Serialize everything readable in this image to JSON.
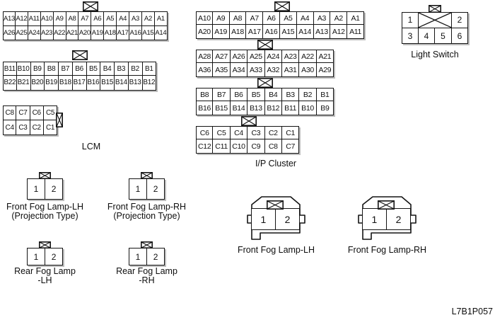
{
  "figure_code": "L7B1P057",
  "symbols": {
    "connector_key": "crossed-box",
    "blocked_pin": "crossed-cell"
  },
  "colors": {
    "line": "#141414",
    "background": "#ffffff",
    "shadow": "#bdbdbd"
  },
  "lcm": {
    "label": "LCM",
    "connector_a": {
      "rows": [
        [
          "A13",
          "A12",
          "A11",
          "A10",
          "A9",
          "A8",
          "A7",
          "A6",
          "A5",
          "A4",
          "A3",
          "A2",
          "A1"
        ],
        [
          "A26",
          "A25",
          "A24",
          "A23",
          "A22",
          "A21",
          "A20",
          "A19",
          "A18",
          "A17",
          "A16",
          "A15",
          "A14"
        ]
      ]
    },
    "connector_b": {
      "rows": [
        [
          "B11",
          "B10",
          "B9",
          "B8",
          "B7",
          "B6",
          "B5",
          "B4",
          "B3",
          "B2",
          "B1"
        ],
        [
          "B22",
          "B21",
          "B20",
          "B19",
          "B18",
          "B17",
          "B16",
          "B15",
          "B14",
          "B13",
          "B12"
        ]
      ]
    },
    "connector_c": {
      "rows": [
        [
          "C8",
          "C7",
          "C6",
          "C5"
        ],
        [
          "C4",
          "C3",
          "C2",
          "C1"
        ]
      ]
    }
  },
  "ip_cluster": {
    "label": "I/P Cluster",
    "connector_a_upper": {
      "rows": [
        [
          "A10",
          "A9",
          "A8",
          "A7",
          "A6",
          "A5",
          "A4",
          "A3",
          "A2",
          "A1"
        ],
        [
          "A20",
          "A19",
          "A18",
          "A17",
          "A16",
          "A15",
          "A14",
          "A13",
          "A12",
          "A11"
        ]
      ]
    },
    "connector_a_lower": {
      "rows": [
        [
          "A28",
          "A27",
          "A26",
          "A25",
          "A24",
          "A23",
          "A22",
          "A21"
        ],
        [
          "A36",
          "A35",
          "A34",
          "A33",
          "A32",
          "A31",
          "A30",
          "A29"
        ]
      ]
    },
    "connector_b": {
      "rows": [
        [
          "B8",
          "B7",
          "B6",
          "B5",
          "B4",
          "B3",
          "B2",
          "B1"
        ],
        [
          "B16",
          "B15",
          "B14",
          "B13",
          "B12",
          "B11",
          "B10",
          "B9"
        ]
      ]
    },
    "connector_c": {
      "rows": [
        [
          "C6",
          "C5",
          "C4",
          "C3",
          "C2",
          "C1"
        ],
        [
          "C12",
          "C11",
          "C10",
          "C9",
          "C8",
          "C7"
        ]
      ]
    }
  },
  "light_switch": {
    "label": "Light Switch",
    "pins_top": [
      "1",
      "2"
    ],
    "pins_bottom": [
      "3",
      "4",
      "5",
      "6"
    ]
  },
  "front_fog_lh_projection": {
    "label_line1": "Front Fog Lamp-LH",
    "label_line2": "(Projection Type)",
    "pins": {
      "rows": [
        [
          "1",
          "2"
        ]
      ]
    }
  },
  "front_fog_rh_projection": {
    "label_line1": "Front Fog Lamp-RH",
    "label_line2": "(Projection Type)",
    "pins": {
      "rows": [
        [
          "1",
          "2"
        ]
      ]
    }
  },
  "rear_fog_lh": {
    "label_line1": "Rear Fog Lamp",
    "label_line2": "-LH",
    "pins": {
      "rows": [
        [
          "1",
          "2"
        ]
      ]
    }
  },
  "rear_fog_rh": {
    "label_line1": "Rear Fog Lamp",
    "label_line2": "-RH",
    "pins": {
      "rows": [
        [
          "1",
          "2"
        ]
      ]
    }
  },
  "front_fog_lh": {
    "label": "Front Fog Lamp-LH",
    "pins": {
      "rows": [
        [
          "1",
          "2"
        ]
      ]
    }
  },
  "front_fog_rh": {
    "label": "Front Fog Lamp-RH",
    "pins": {
      "rows": [
        [
          "1",
          "2"
        ]
      ]
    }
  }
}
